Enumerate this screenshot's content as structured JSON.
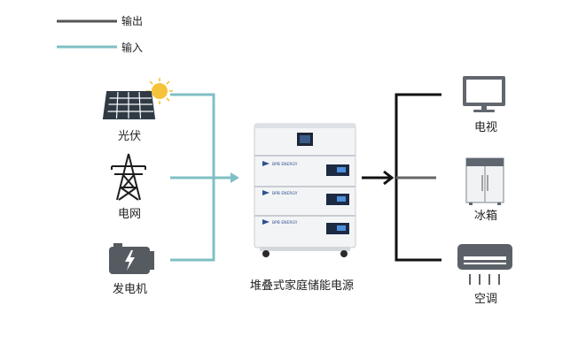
{
  "legend": {
    "output_label": "输出",
    "input_label": "输入",
    "output_color": "#555555",
    "input_color": "#7fbfc4"
  },
  "sources": [
    {
      "label": "光伏",
      "icon": "solar-panel-icon"
    },
    {
      "label": "电网",
      "icon": "power-tower-icon"
    },
    {
      "label": "发电机",
      "icon": "generator-icon"
    }
  ],
  "storage": {
    "label": "堆叠式家庭储能电源",
    "icon": "battery-stack-icon",
    "brand_text": "BPB ENERGY"
  },
  "loads": [
    {
      "label": "电视",
      "icon": "tv-icon"
    },
    {
      "label": "冰箱",
      "icon": "fridge-icon"
    },
    {
      "label": "空调",
      "icon": "air-conditioner-icon"
    }
  ]
}
